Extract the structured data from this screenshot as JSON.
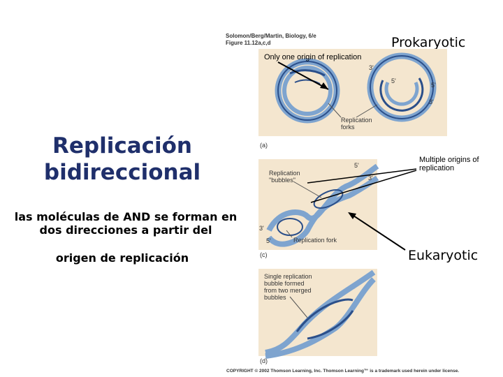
{
  "slide": {
    "title": "Replicación bidireccional",
    "body_line1": "las moléculas de AND se forman en dos direcciones a partir del",
    "body_line2": "origen de replicación",
    "label_prokaryotic": "Prokaryotic",
    "label_eukaryotic": "Eukaryotic",
    "label_multiple_origins": "Multiple origins of replication",
    "label_only_one_origin": "Only one origin of replication"
  },
  "figure": {
    "credit_line1": "Solomon/Berg/Martin, Biology, 6/e",
    "credit_line2": "Figure 11.12a,c,d",
    "panel_a": {
      "tag": "(a)",
      "callout": "Replication forks",
      "strand_labels": [
        "3'",
        "5'",
        "5'",
        "3'"
      ]
    },
    "panel_c": {
      "tag": "(c)",
      "callout_bubbles": "Replication \"bubbles\"",
      "callout_fork": "Replication fork",
      "strand_labels": [
        "5'",
        "3'",
        "3'",
        "5'"
      ]
    },
    "panel_d": {
      "tag": "(d)",
      "callout": "Single replication bubble formed from two merged bubbles"
    },
    "copyright": "COPYRIGHT © 2002 Thomson Learning, Inc. Thomson Learning™ is a trademark used herein under license."
  },
  "colors": {
    "title": "#1f2f6b",
    "panel_bg": "#f4e6cf",
    "dna_outer": "#5b86b8",
    "dna_inner": "#2b4f8a"
  }
}
